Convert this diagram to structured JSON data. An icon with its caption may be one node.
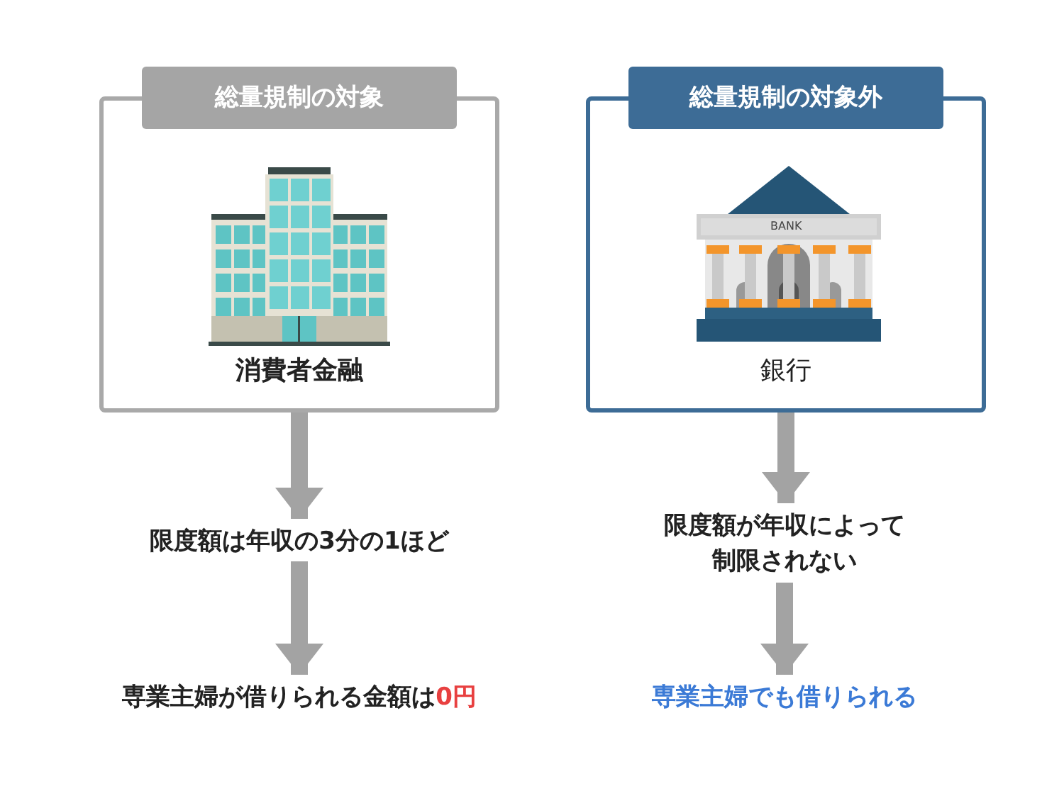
{
  "diagram": {
    "nodes": [
      {
        "text": [
          "総量規制の対象",
          "消費者金融"
        ]
      },
      {
        "text": [
          "総量規制の対象外",
          "銀行"
        ]
      },
      {
        "text": [
          "限度額は年収の3分の1ほど"
        ]
      },
      {
        "text": [
          "限度額が年収によって制限されない"
        ]
      },
      {
        "text": [
          "専業主婦が借りられる金額は",
          "0円"
        ]
      },
      {
        "text": [
          "専業主婦でも借りられる"
        ]
      }
    ],
    "edges": [
      {
        "from": 0,
        "to": 2,
        "arrow": "to"
      },
      {
        "from": 2,
        "to": 4,
        "arrow": "to"
      },
      {
        "from": 1,
        "to": 3,
        "arrow": "to"
      },
      {
        "from": 3,
        "to": 5,
        "arrow": "to"
      }
    ],
    "labels": [
      "BANK"
    ]
  }
}
